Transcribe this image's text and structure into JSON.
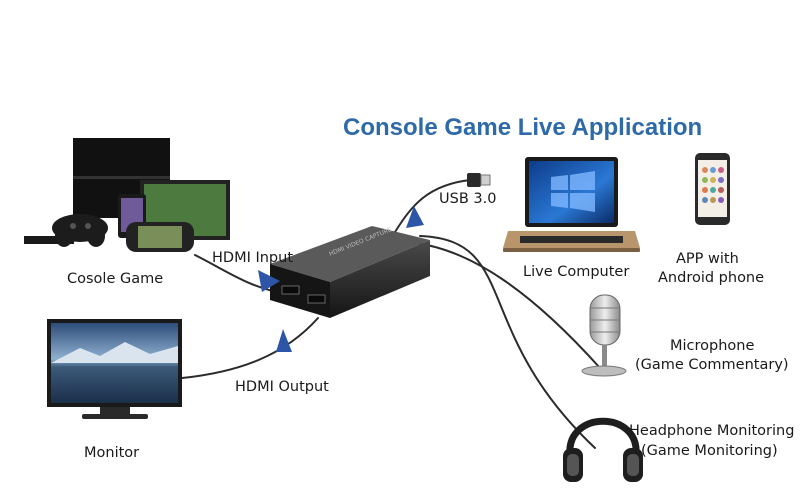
{
  "title": "Console Game Live Application",
  "labels": {
    "console_game": "Cosole Game",
    "hdmi_input": "HDMI Input",
    "usb": "USB 3.0",
    "live_computer": "Live Computer",
    "app_line1": "APP with",
    "app_line2": "Android phone",
    "monitor": "Monitor",
    "hdmi_output": "HDMI Output",
    "microphone_line1": "Microphone",
    "microphone_line2": "(Game Commentary)",
    "headphone_line1": "Headphone Monitoring",
    "headphone_line2": "(Game Monitoring)"
  },
  "colors": {
    "title": "#2f6aa8",
    "arrow": "#2e56a6",
    "device_body": "#1f1f1f"
  }
}
